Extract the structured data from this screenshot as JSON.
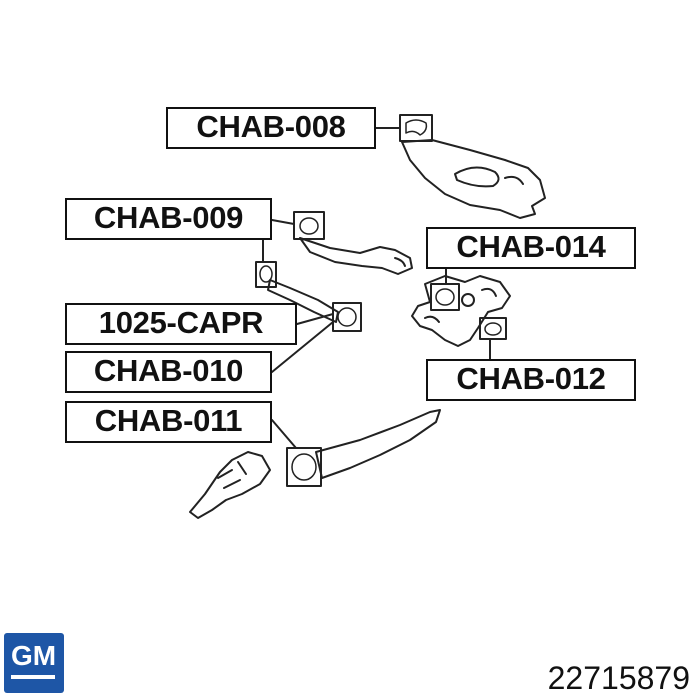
{
  "labels": {
    "chab_008": "CHAB-008",
    "chab_009": "CHAB-009",
    "chab_014": "CHAB-014",
    "capr_1025": "1025-CAPR",
    "chab_010": "CHAB-010",
    "chab_012": "CHAB-012",
    "chab_011": "CHAB-011"
  },
  "brand": {
    "name": "GM",
    "color": "#1e56a6"
  },
  "part_number": "22715879"
}
